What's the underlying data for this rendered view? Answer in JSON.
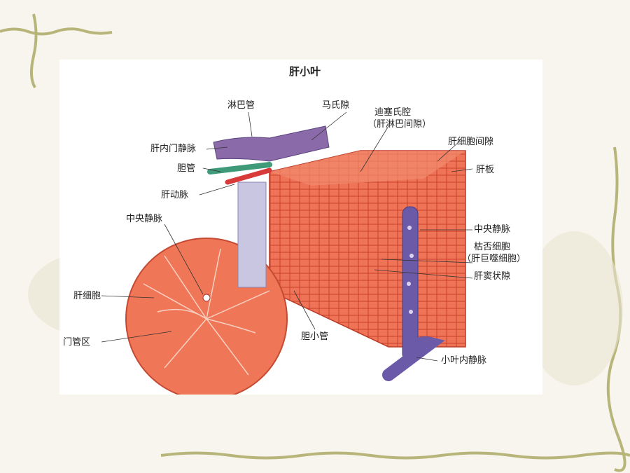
{
  "diagram": {
    "title": "肝小叶",
    "labels": {
      "lymph_vessel": "淋巴管",
      "space_of_mall": "马氏隙",
      "space_of_disse": "迪塞氏腔",
      "space_of_disse_alt": "（肝淋巴间隙）",
      "intercellular_space": "肝细胞间隙",
      "portal_vein_branch": "肝内门静脉",
      "bile_duct": "胆管",
      "hepatic_plate": "肝板",
      "hepatic_artery": "肝动脉",
      "central_vein_left": "中央静脉",
      "central_vein_right": "中央静脉",
      "kupffer_cell": "枯否细胞",
      "kupffer_cell_alt": "（肝巨噬细胞）",
      "sinusoid": "肝窦状隙",
      "hepatocyte": "肝细胞",
      "bile_canaliculus": "胆小管",
      "portal_area": "门管区",
      "sublobular_vein": "小叶内静脉"
    }
  },
  "colors": {
    "tissue": "#ee6a4a",
    "tissue_dark": "#c9412b",
    "vein": "#6a5aa8",
    "artery": "#d83a3a",
    "bile": "#3f9a7a",
    "deco_vine": "#b8b57a"
  }
}
